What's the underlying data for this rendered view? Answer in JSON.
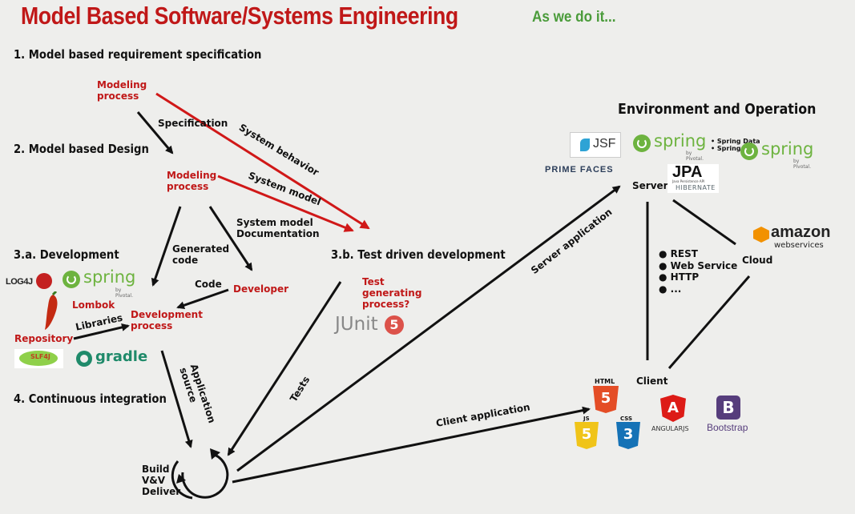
{
  "title": "Model Based Software/Systems Engineering",
  "subtitle": "As we do it...",
  "sections": {
    "requirement": "1. Model based requirement specification",
    "design": "2. Model based Design",
    "development": "3.a. Development",
    "tdd": "3.b. Test driven development",
    "ci": "4. Continuous integration",
    "environment": "Environment and Operation"
  },
  "nodes": {
    "modeling_process_1": "Modeling\nprocess",
    "modeling_process_2": "Modeling\nprocess",
    "developer": "Developer",
    "development_process": "Development\nprocess",
    "lombok": "Lombok",
    "repository": "Repository",
    "test_generating": "Test\ngenerating\nprocess?",
    "build": "Build\nV&V\nDeliver",
    "server": "Server",
    "client": "Client",
    "cloud": "Cloud"
  },
  "edges": {
    "specification": "Specification",
    "system_behavior": "System behavior",
    "system_model": "System model",
    "system_model_doc": "System model\nDocumentation",
    "generated_code": "Generated\ncode",
    "code": "Code",
    "libraries": "Libraries",
    "application_source": "Application\nsource",
    "tests": "Tests",
    "server_application": "Server application",
    "client_application": "Client application"
  },
  "protocols": [
    "REST",
    "Web Service",
    "HTTP",
    "..."
  ],
  "logos": {
    "spring": "spring",
    "spring_sub": "by Pivotal.",
    "gradle": "gradle",
    "junit": "JUnit",
    "junit_ver": "5",
    "log4j": "LOG4J",
    "slf4j": "SLF4J",
    "jsf": "JSF",
    "primefaces": "PRIME FACES",
    "jpa": "JPA",
    "jpa_sub": "Java Persistence API",
    "hibernate": "HIBERNATE",
    "spring_data": "• Spring Data\n• Spring S",
    "amazon": "amazon",
    "amazon_sub": "webservices",
    "html5": "HTML",
    "js": "JS",
    "css3": "CSS",
    "angular": "ANGULARJS",
    "bootstrap": "Bootstrap",
    "bootstrap_letter": "B"
  },
  "colors": {
    "title_red": "#c01818",
    "subtitle_green": "#4a9b3a",
    "spring_green": "#6db33f",
    "html_orange": "#e44d26",
    "js_yellow": "#f0c419",
    "css_blue": "#1572b6",
    "angular_red": "#dd1b16",
    "bootstrap_purple": "#563d7c",
    "amazon_orange": "#f29100"
  }
}
